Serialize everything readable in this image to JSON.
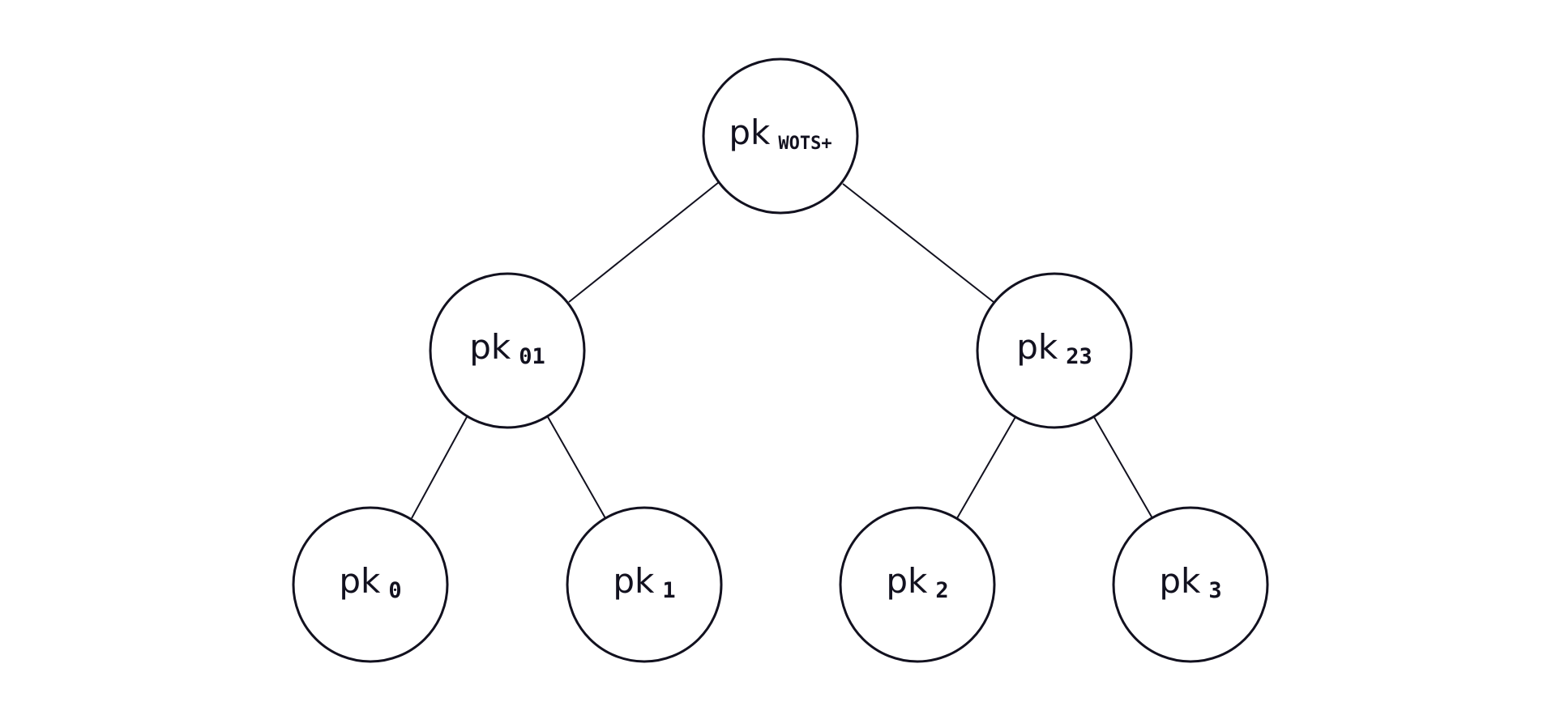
{
  "diagram": {
    "title": "",
    "colors": {
      "stroke": "#12111f",
      "text": "#12111f",
      "background": "#ffffff",
      "node_fill": "#ffffff"
    },
    "nodes": {
      "root": {
        "main": "pk",
        "sub": "WOTS+"
      },
      "n01": {
        "main": "pk",
        "sub": "01"
      },
      "n23": {
        "main": "pk",
        "sub": "23"
      },
      "n0": {
        "main": "pk",
        "sub": "0"
      },
      "n1": {
        "main": "pk",
        "sub": "1"
      },
      "n2": {
        "main": "pk",
        "sub": "2"
      },
      "n3": {
        "main": "pk",
        "sub": "3"
      }
    },
    "edges": [
      {
        "from": "root",
        "to": "n01"
      },
      {
        "from": "root",
        "to": "n23"
      },
      {
        "from": "n01",
        "to": "n0"
      },
      {
        "from": "n01",
        "to": "n1"
      },
      {
        "from": "n23",
        "to": "n2"
      },
      {
        "from": "n23",
        "to": "n3"
      }
    ]
  }
}
